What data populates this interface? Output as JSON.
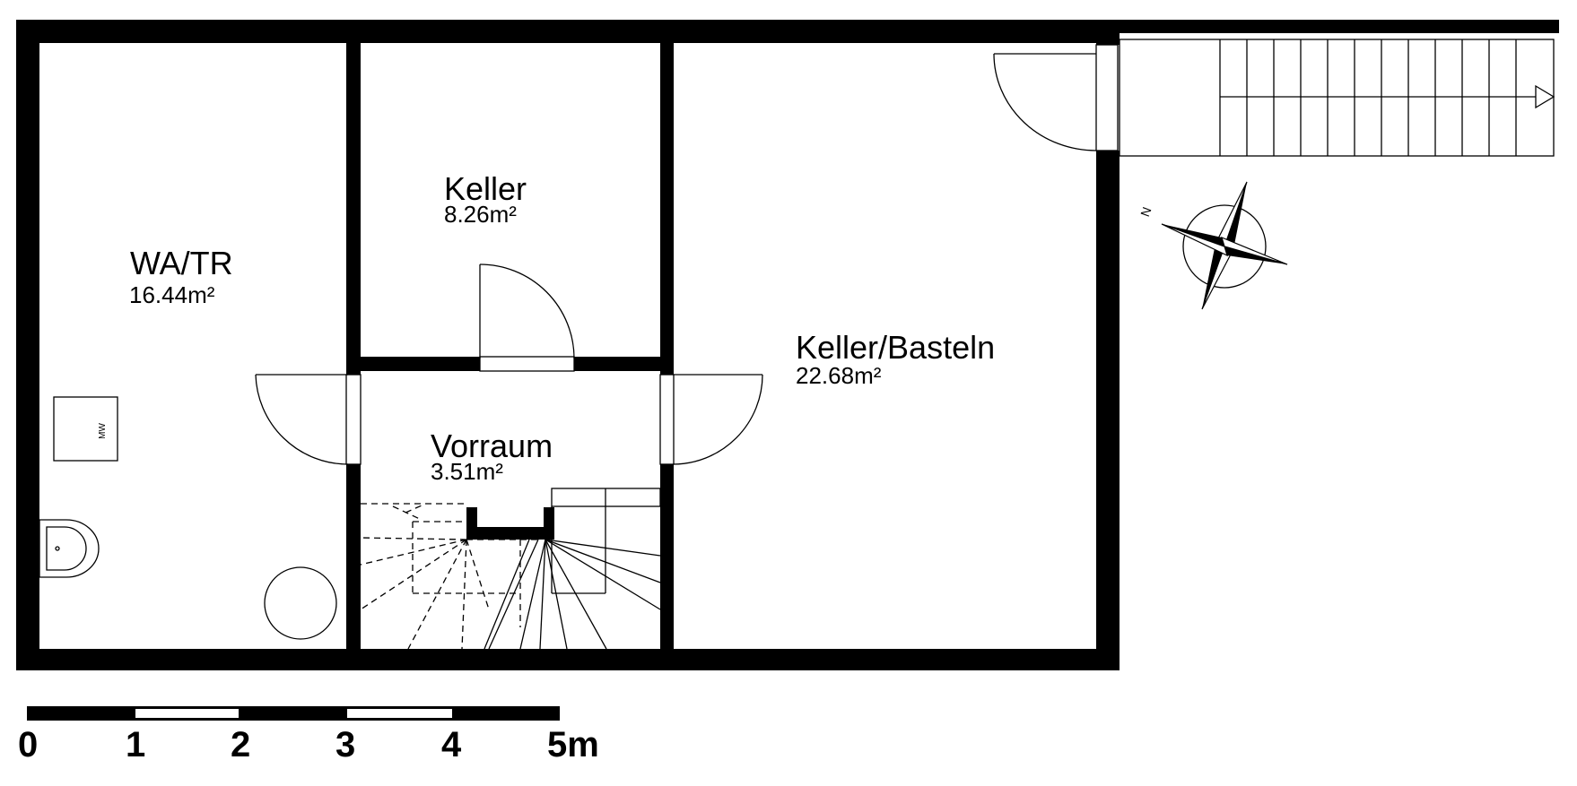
{
  "rooms": {
    "wa_tr": {
      "name": "WA/TR",
      "area": "16.44m²"
    },
    "keller": {
      "name": "Keller",
      "area": "8.26m²"
    },
    "keller_basteln": {
      "name": "Keller/Basteln",
      "area": "22.68m²"
    },
    "vorraum": {
      "name": "Vorraum",
      "area": "3.51m²"
    }
  },
  "fixtures": {
    "washer_label": "MW"
  },
  "compass": {
    "north_label": "N"
  },
  "scale_bar": {
    "labels": [
      "0",
      "1",
      "2",
      "3",
      "4",
      "5m"
    ]
  }
}
